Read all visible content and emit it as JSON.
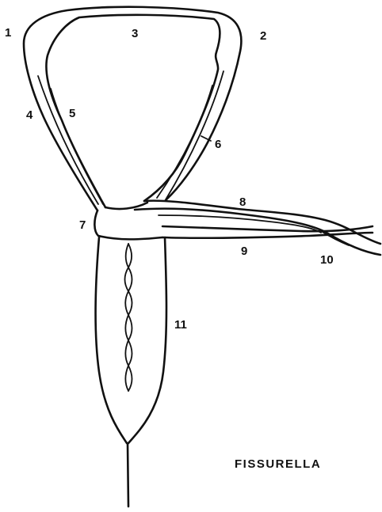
{
  "diagram": {
    "caption": "FISSURELLA",
    "labels": [
      "1",
      "2",
      "3",
      "4",
      "5",
      "6",
      "7",
      "8",
      "9",
      "10",
      "11"
    ],
    "ink_color": "#111111",
    "background": "#ffffff"
  }
}
